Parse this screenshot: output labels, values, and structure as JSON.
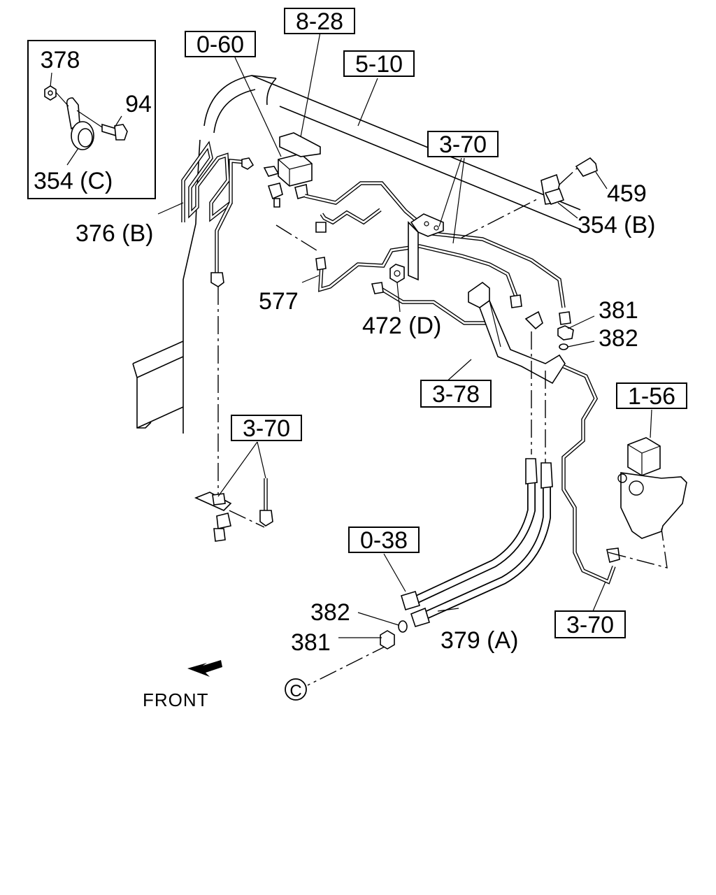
{
  "refs": {
    "r828": "8-28",
    "r060": "0-60",
    "r510": "5-10",
    "r370a": "3-70",
    "r378": "3-78",
    "r370b": "3-70",
    "r156": "1-56",
    "r038": "0-38",
    "r370c": "3-70"
  },
  "parts": {
    "p378": "378",
    "p94": "94",
    "p354c": "354 (C)",
    "p376b": "376 (B)",
    "p459": "459",
    "p354b": "354 (B)",
    "p577": "577",
    "p472d": "472 (D)",
    "p381a": "381",
    "p382a": "382",
    "p382b": "382",
    "p381b": "381",
    "p379a": "379 (A)"
  },
  "markers": {
    "circle_c": "C",
    "front": "FRONT"
  }
}
